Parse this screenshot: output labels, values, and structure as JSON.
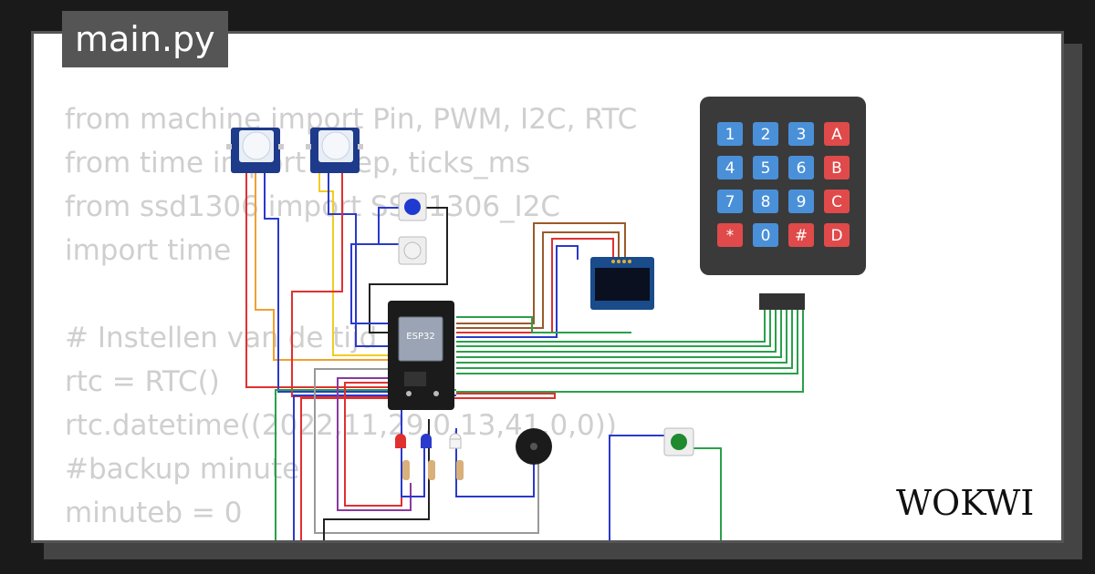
{
  "tab": {
    "title": "main.py"
  },
  "code_lines": [
    "from machine import Pin, PWM, I2C, RTC",
    "from time import sleep, ticks_ms",
    "from ssd1306 import SSD1306_I2C",
    "import time",
    "",
    "# Instellen van de tijd",
    "rtc = RTC()",
    "rtc.datetime((2022,11,29,0,13,41,0,0))",
    "#backup minute",
    "minuteb = 0"
  ],
  "esp32": {
    "label": "ESP32"
  },
  "keypad": {
    "keys": [
      [
        "1",
        "2",
        "3",
        "A"
      ],
      [
        "4",
        "5",
        "6",
        "B"
      ],
      [
        "7",
        "8",
        "9",
        "C"
      ],
      [
        "*",
        "0",
        "#",
        "D"
      ]
    ],
    "digit_color": "#4a90d9",
    "letter_color": "#e04a4a"
  },
  "brand": {
    "logo_text": "WOKWI"
  },
  "colors": {
    "wire_red": "#e03030",
    "wire_blue": "#2a3acc",
    "wire_green": "#2aa04a",
    "wire_brown": "#9a5a2a",
    "wire_yellow": "#f2cc20",
    "wire_orange": "#f0a030",
    "wire_purple": "#8a3aa0",
    "wire_gray": "#999999",
    "wire_black": "#222222"
  }
}
